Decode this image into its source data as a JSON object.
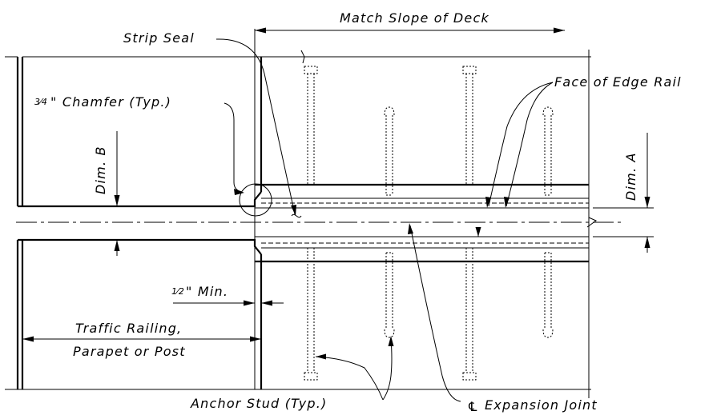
{
  "labels": {
    "match_slope": "Match Slope of Deck",
    "strip_seal": "Strip Seal",
    "face_of_edge_rail": "Face of Edge Rail",
    "chamfer_frac": "3⁄4",
    "chamfer_text": "\" Chamfer (Typ.)",
    "dim_b": "Dim. B",
    "dim_a": "Dim. A",
    "half_min_frac": "1⁄2",
    "half_min_text": "\" Min.",
    "traffic_railing_line1": "Traffic Railing,",
    "traffic_railing_line2": "Parapet or Post",
    "anchor_stud": "Anchor Stud (Typ.)",
    "expansion_joint": "Expansion Joint",
    "centerline_symbol": "℄"
  }
}
